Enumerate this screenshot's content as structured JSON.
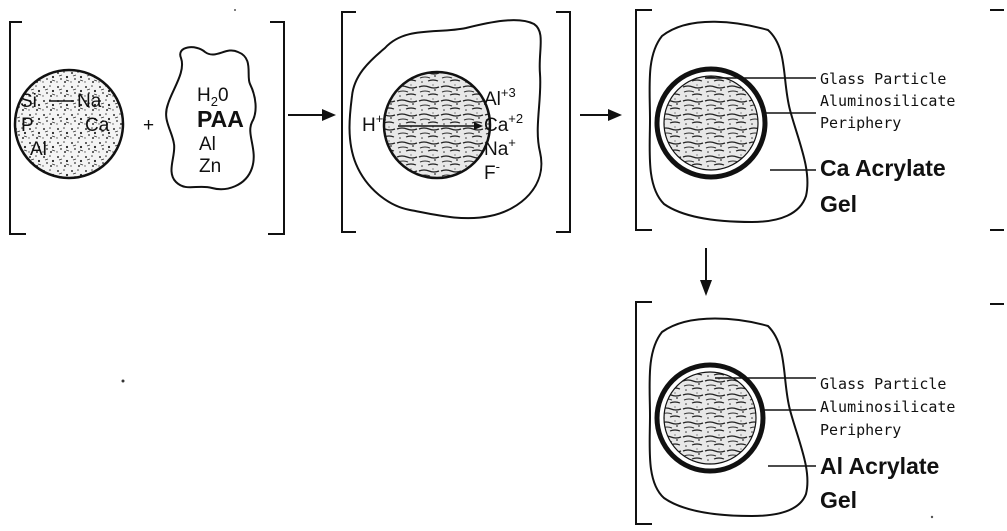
{
  "panel1": {
    "particle": [
      "Si",
      "Na",
      "P",
      "Ca",
      "Al"
    ],
    "plus": "+",
    "liquid": {
      "water": "H",
      "water_sub": "2",
      "water_tail": "0",
      "polyacid": "PAA",
      "al": "Al",
      "zn": "Zn"
    }
  },
  "panel2": {
    "proton": "H",
    "proton_sup": "+",
    "ions": [
      {
        "sym": "Al",
        "charge": "+3"
      },
      {
        "sym": "Ca",
        "charge": "+2"
      },
      {
        "sym": "Na",
        "charge": "+"
      },
      {
        "sym": "F",
        "charge": "-"
      }
    ]
  },
  "panel3": {
    "glass_particle": "Glass Particle",
    "periphery_line1": "Aluminosilicate",
    "periphery_line2": "Periphery",
    "gel_line1": "Ca Acrylate",
    "gel_line2": "Gel"
  },
  "panel4": {
    "glass_particle": "Glass Particle",
    "periphery_line1": "Aluminosilicate",
    "periphery_line2": "Periphery",
    "gel_line1": "Al Acrylate",
    "gel_line2": "Gel"
  }
}
